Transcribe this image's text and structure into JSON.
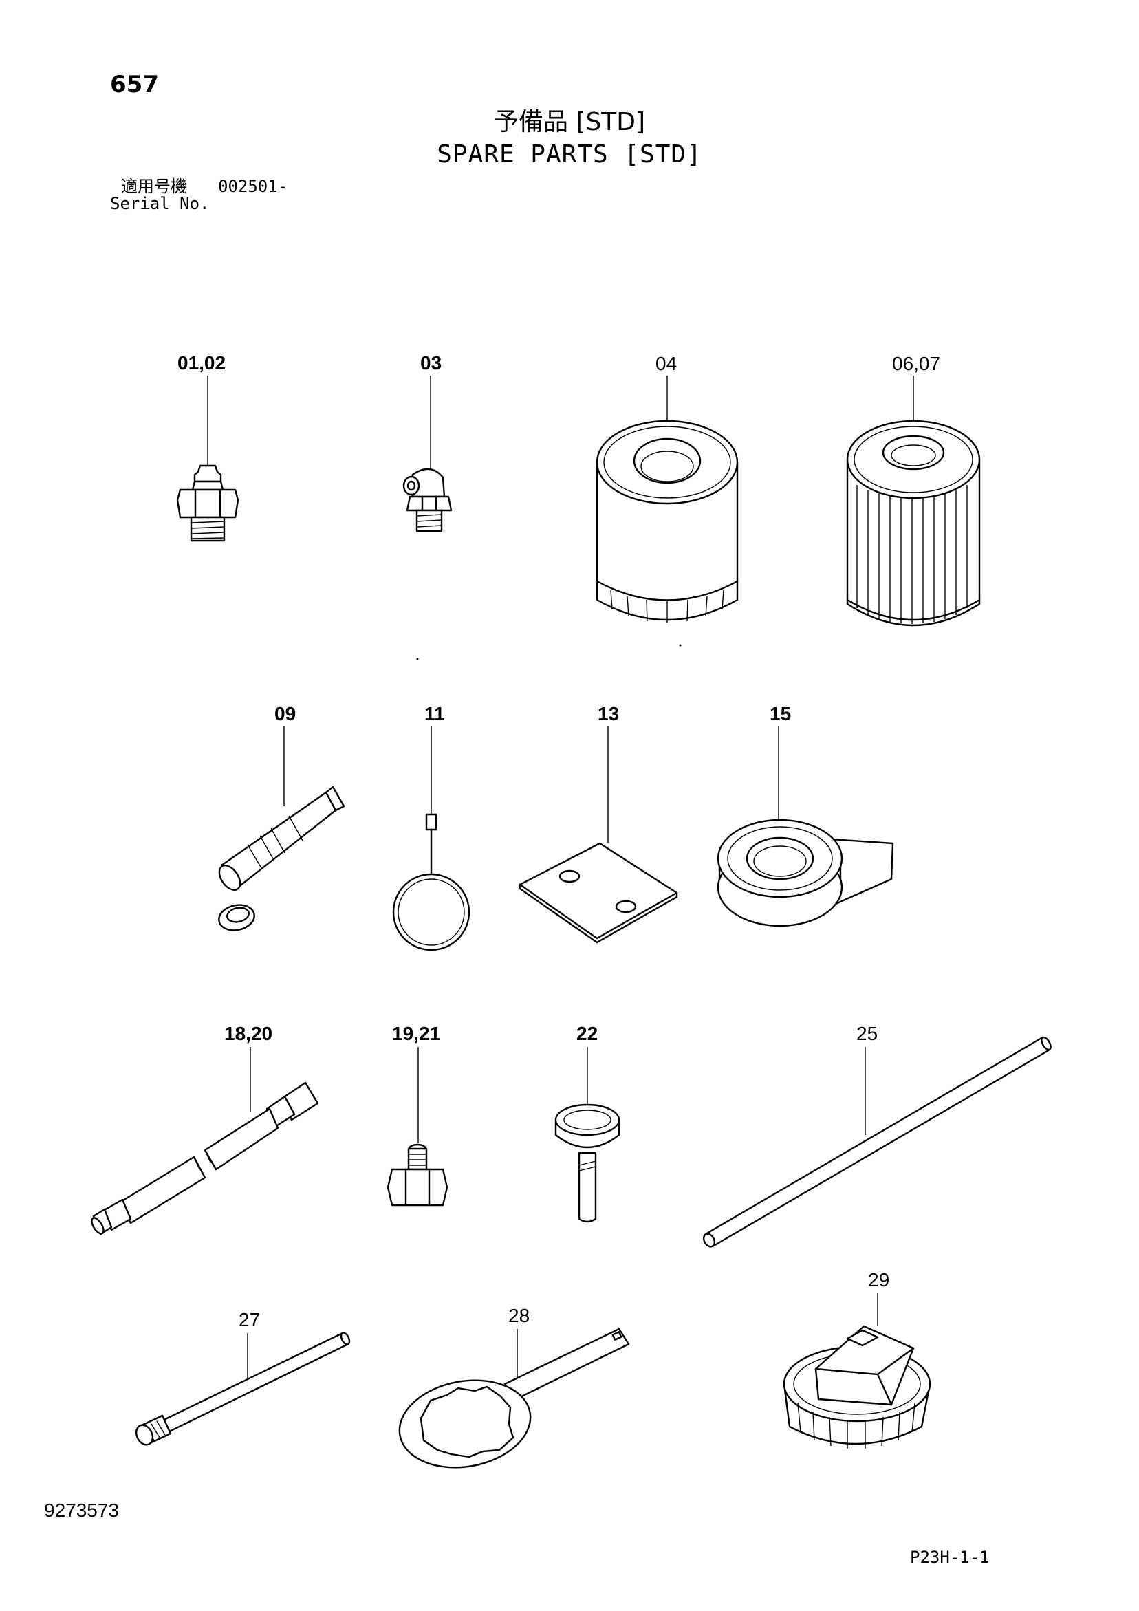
{
  "header": {
    "page_number": "657",
    "title_ja": "予備品 [STD]",
    "title_en": "SPARE PARTS [STD]",
    "serial_label_ja": "適用号機",
    "serial_value": "002501-",
    "serial_label_en": "Serial No."
  },
  "callouts": {
    "c0102": "01,02",
    "c03": "03",
    "c04": "04",
    "c0607": "06,07",
    "c09": "09",
    "c11": "11",
    "c13": "13",
    "c15": "15",
    "c1820": "18,20",
    "c1921": "19,21",
    "c22": "22",
    "c25": "25",
    "c27": "27",
    "c28": "28",
    "c29": "29"
  },
  "footer": {
    "document_number": "9273573",
    "page_code": "P23H-1-1"
  }
}
